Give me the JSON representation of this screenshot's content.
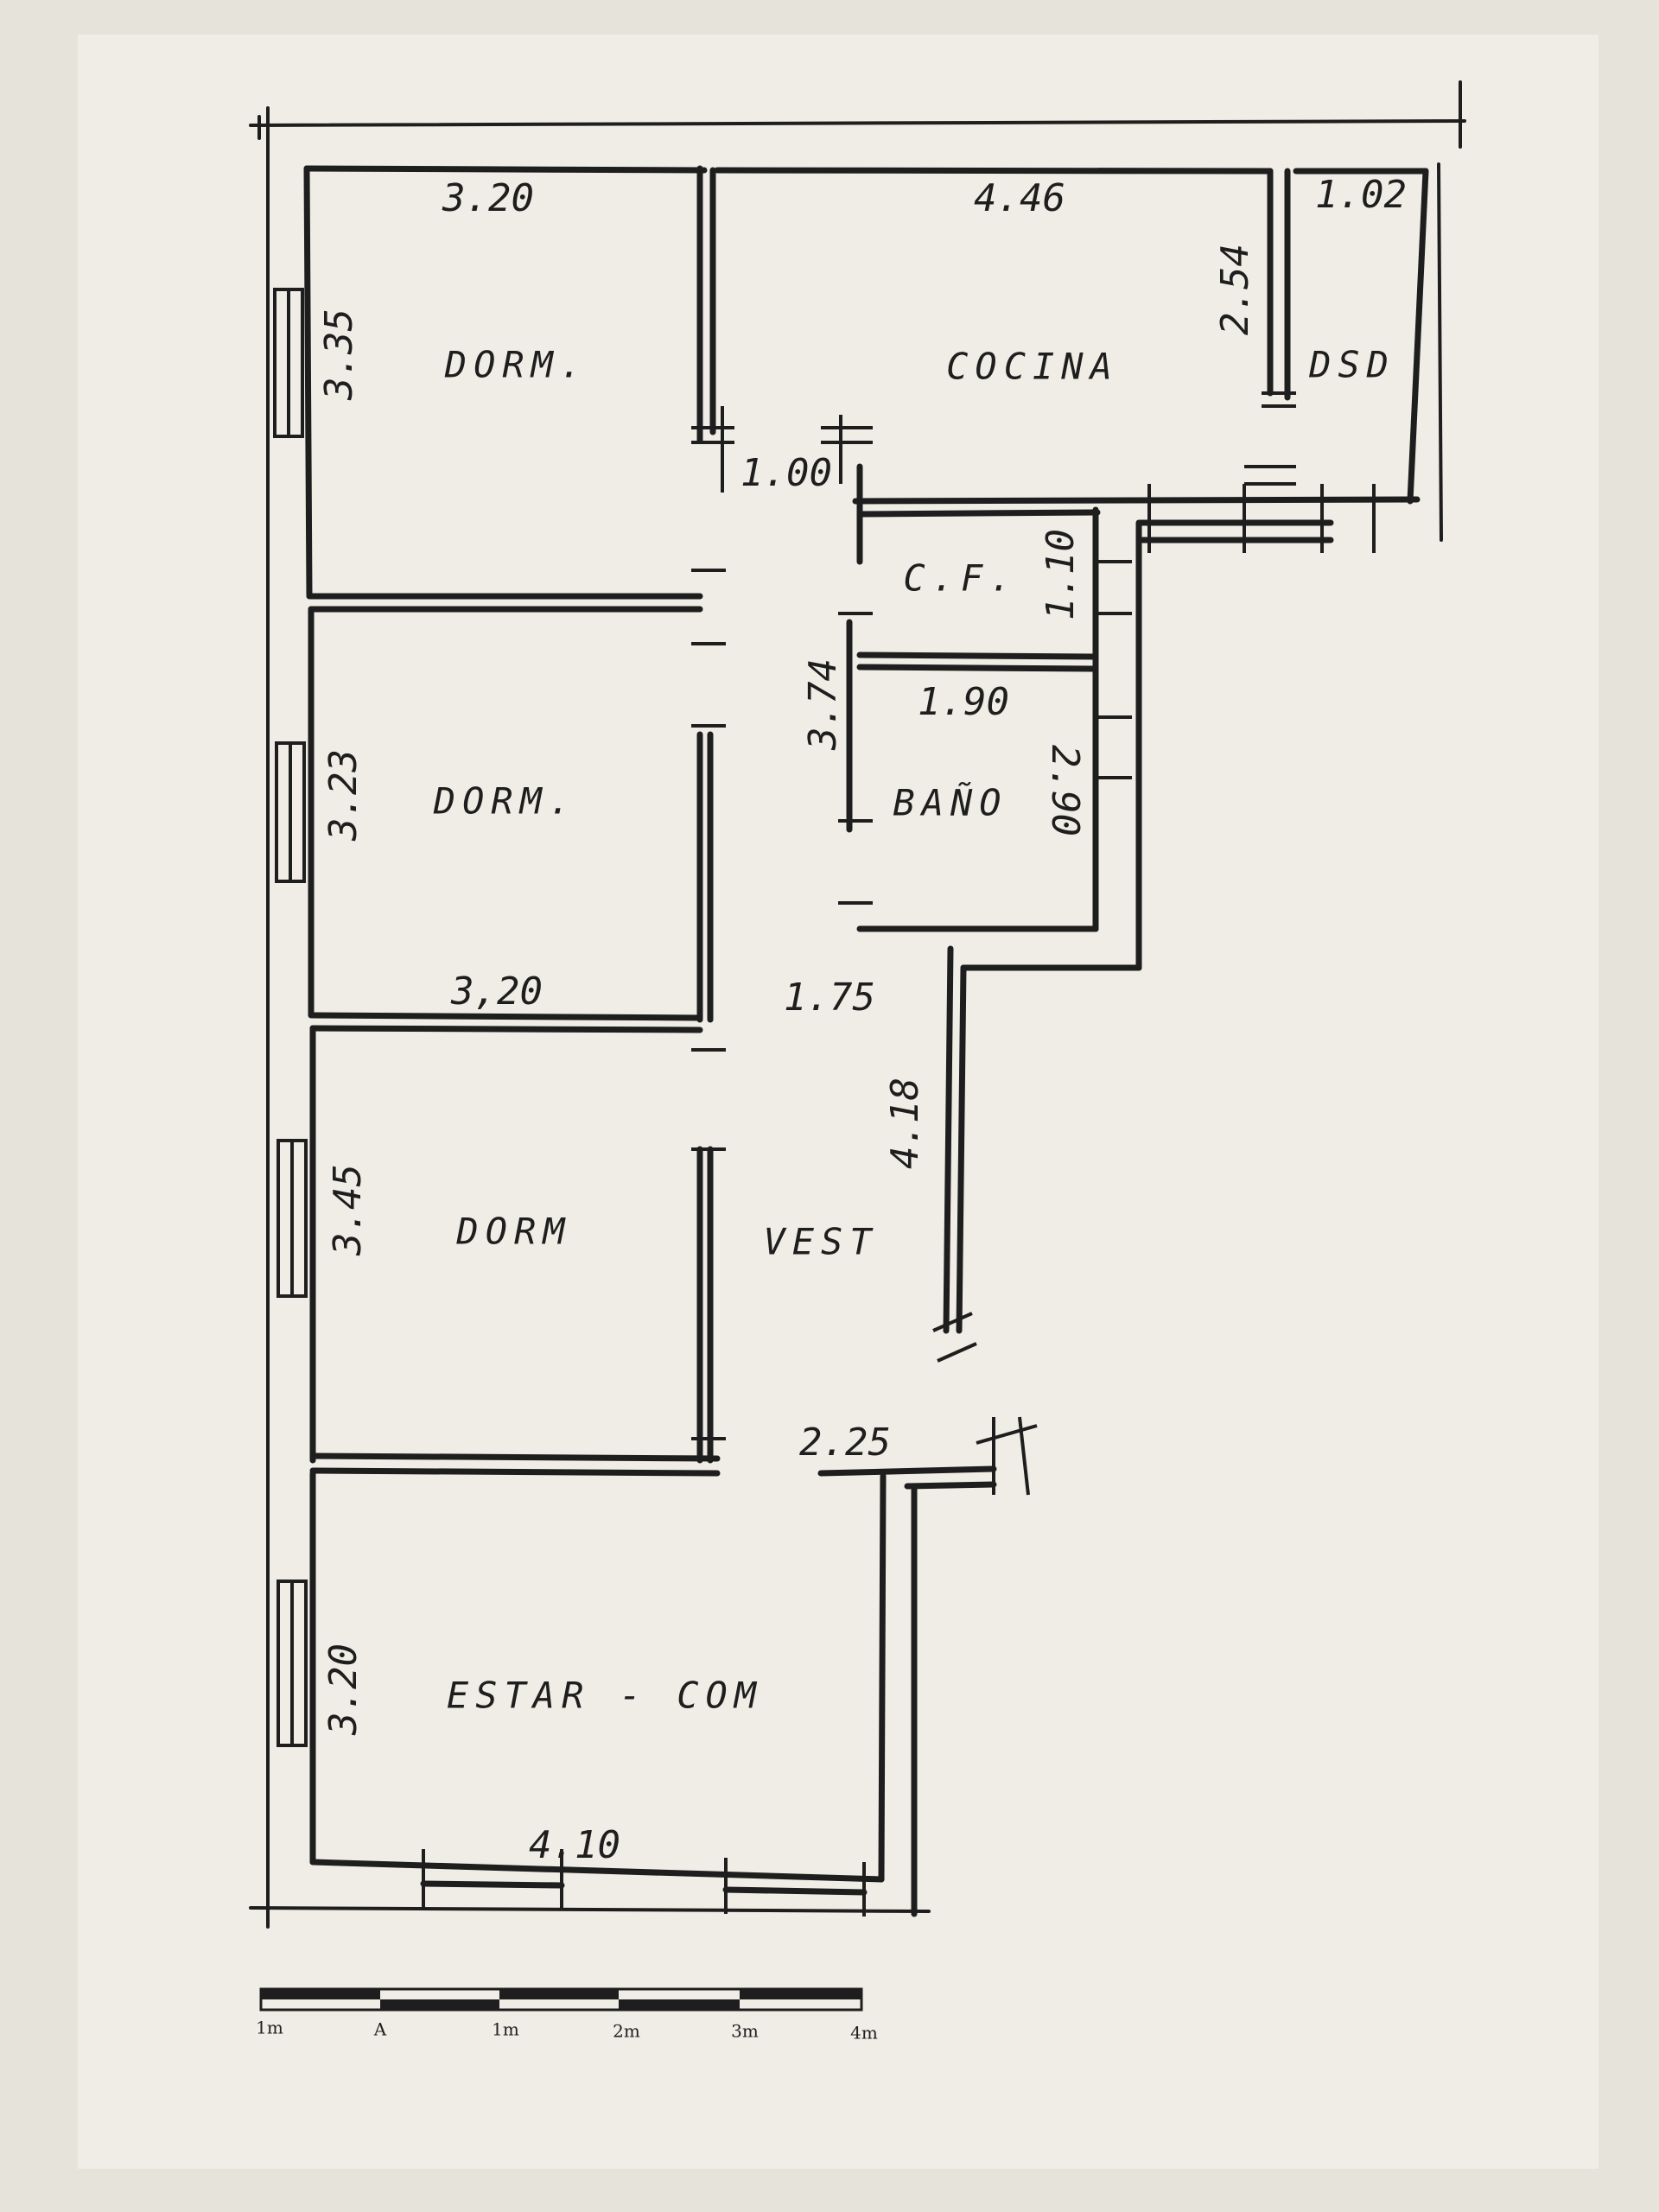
{
  "rooms": {
    "dorm_top": "DORM.",
    "cocina": "COCINA",
    "dsd": "DSD",
    "cf": "C.F.",
    "bano": "BAÑO",
    "dorm_mid": "DORM.",
    "dorm_low": "DORM",
    "vest": "VEST",
    "estar_com": "ESTAR - COM"
  },
  "dimensions": {
    "dorm_top_width": "3.20",
    "cocina_width": "4.46",
    "dsd_width": "1.02",
    "dorm_top_height": "3.35",
    "cocina_height": "2.54",
    "door_width": "1.00",
    "cf_height": "1.10",
    "bano_width": "1.90",
    "bano_side": "3.74",
    "bano_height": "2.90",
    "dorm_mid_height": "3.23",
    "dorm_mid_width": "3,20",
    "vest_width": "1.75",
    "vest_height": "4.18",
    "dorm_low_height": "3.45",
    "estar_width_top": "2.25",
    "estar_height": "3.20",
    "estar_width": "4.10"
  },
  "scale_bar": {
    "labels": [
      "1m",
      "A",
      "1m",
      "2m",
      "3m",
      "4m"
    ]
  }
}
